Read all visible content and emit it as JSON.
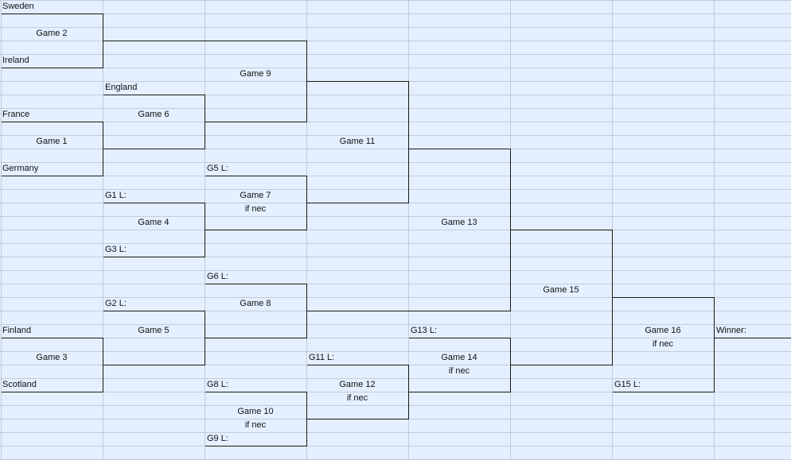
{
  "teams": {
    "sweden": "Sweden",
    "ireland": "Ireland",
    "england": "England",
    "france": "France",
    "germany": "Germany",
    "finland": "Finland",
    "scotland": "Scotland"
  },
  "games": {
    "g1": "Game 1",
    "g2": "Game 2",
    "g3": "Game 3",
    "g4": "Game 4",
    "g5": "Game 5",
    "g6": "Game 6",
    "g7": "Game 7",
    "g8": "Game 8",
    "g9": "Game 9",
    "g10": "Game 10",
    "g11": "Game 11",
    "g12": "Game 12",
    "g13": "Game 13",
    "g14": "Game 14",
    "g15": "Game 15",
    "g16": "Game 16",
    "if_nec": "if nec"
  },
  "losers": {
    "g1": "G1 L:",
    "g2": "G2 L:",
    "g3": "G3 L:",
    "g5": "G5 L:",
    "g6": "G6 L:",
    "g8": "G8 L:",
    "g9": "G9 L:",
    "g11": "G11 L:",
    "g13": "G13 L:",
    "g15": "G15 L:"
  },
  "winner_label": "Winner:"
}
